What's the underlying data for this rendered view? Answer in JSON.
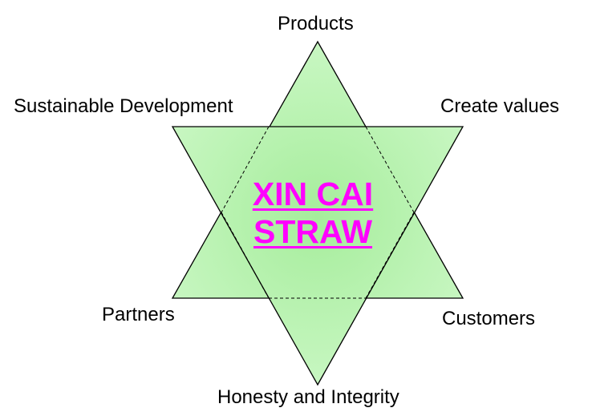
{
  "diagram": {
    "labels": {
      "top": "Products",
      "upper_left": "Sustainable Development",
      "upper_right": "Create values",
      "lower_left": "Partners",
      "lower_right": "Customers",
      "bottom": "Honesty and Integrity"
    },
    "center": {
      "line1": "XIN CAI",
      "line2": "STRAW"
    },
    "colors": {
      "fill_center": "#a6ed9c",
      "fill_edge": "#c9f7c3",
      "outline": "#000000",
      "center_text": "#ff00ff",
      "label_text": "#000000"
    }
  }
}
